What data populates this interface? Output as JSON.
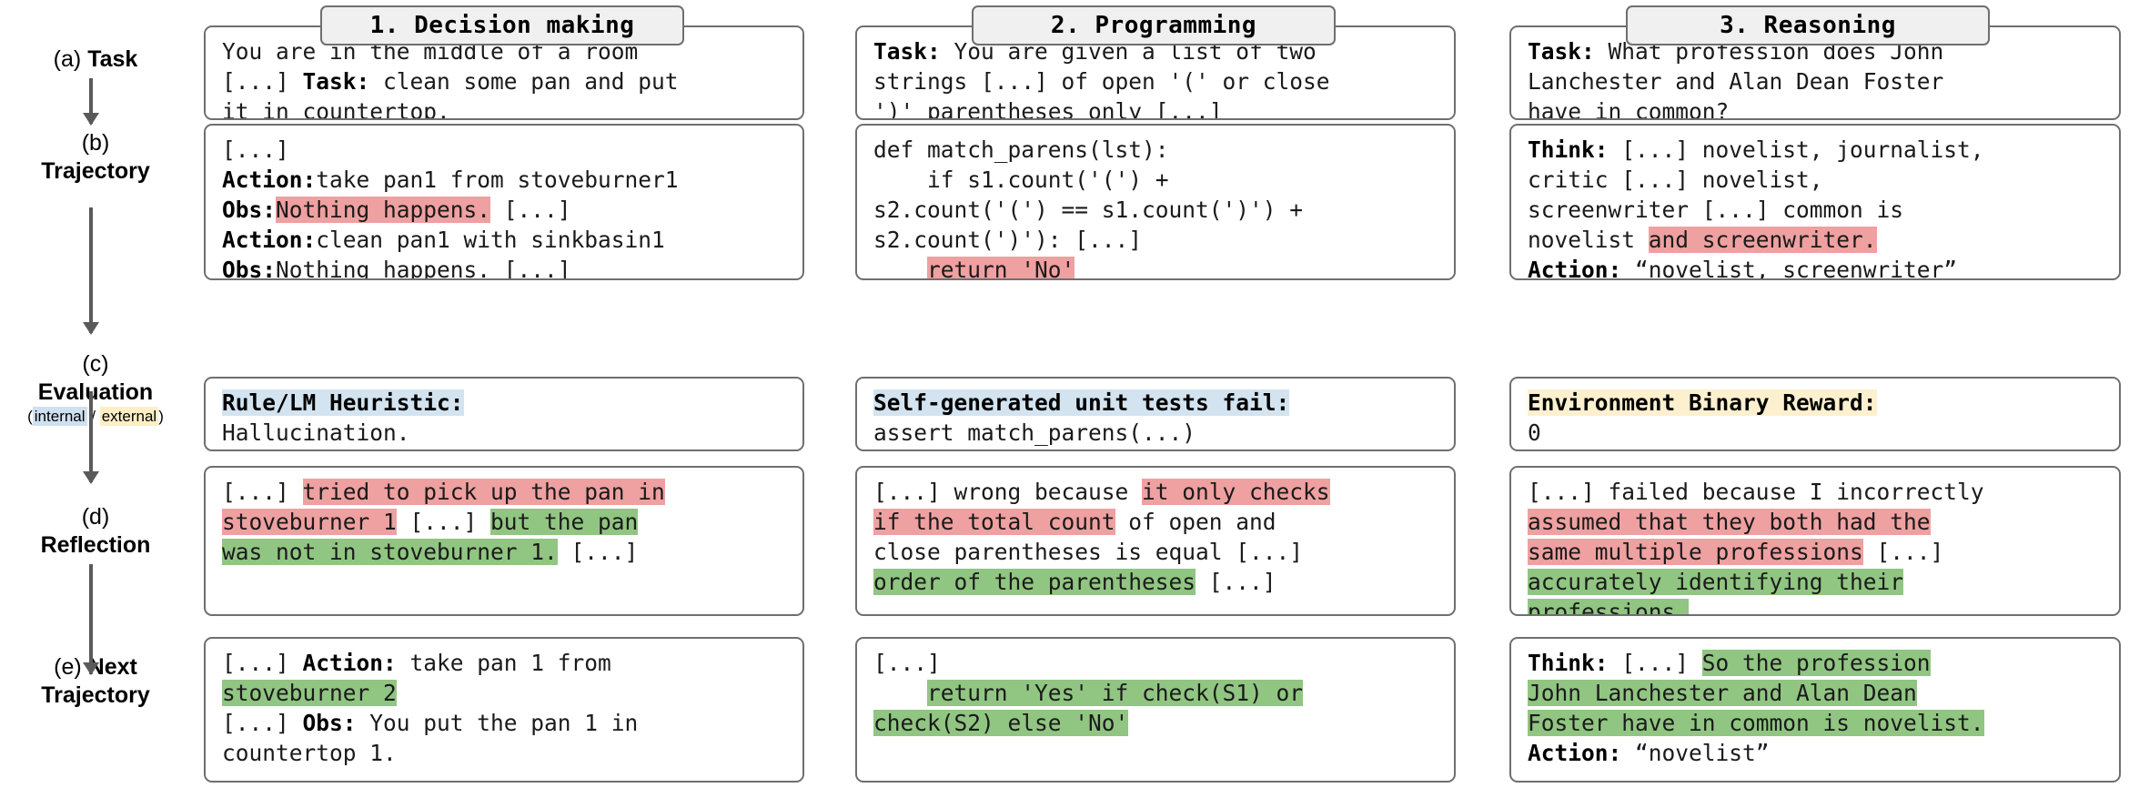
{
  "columns": [
    {
      "id": "decision-making",
      "title": "1. Decision making"
    },
    {
      "id": "programming",
      "title": "2. Programming"
    },
    {
      "id": "reasoning",
      "title": "3. Reasoning"
    }
  ],
  "row_labels": [
    {
      "id": "task",
      "tag": "(a)",
      "name": "Task",
      "inline": true
    },
    {
      "id": "trajectory",
      "tag": "(b)",
      "name": "Trajectory",
      "inline": false
    },
    {
      "id": "evaluation",
      "tag": "(c)",
      "name": "Evaluation",
      "inline": false,
      "sub_prefix": "(",
      "sub_internal": "internal",
      "sub_sep": " / ",
      "sub_external": "external",
      "sub_suffix": ")"
    },
    {
      "id": "reflection",
      "tag": "(d)",
      "name": "Reflection",
      "inline": false
    },
    {
      "id": "next-trajectory",
      "tag": "(e)",
      "name": "Next",
      "name2": "Trajectory",
      "inline": true
    }
  ],
  "colors": {
    "highlight_red": "#efa0a0",
    "highlight_green": "#91c582",
    "highlight_blue": "#d3e3f0",
    "highlight_yellow": "#fdf0cf",
    "box_border": "#6f6f6f",
    "header_fill": "#f0f0f0",
    "arrow": "#5a5a5a"
  },
  "cells": {
    "task": {
      "decision-making": [
        [
          {
            "t": "You are in the middle of a room"
          }
        ],
        [
          {
            "t": "[...] "
          },
          {
            "t": "Task:",
            "b": true
          },
          {
            "t": " clean some pan and put"
          }
        ],
        [
          {
            "t": "it in countertop."
          }
        ]
      ],
      "programming": [
        [
          {
            "t": "Task:",
            "b": true
          },
          {
            "t": " You are given a list of two"
          }
        ],
        [
          {
            "t": "strings [...] of open '(' or close"
          }
        ],
        [
          {
            "t": "')' parentheses only [...]"
          }
        ]
      ],
      "reasoning": [
        [
          {
            "t": "Task:",
            "b": true
          },
          {
            "t": " What profession does John"
          }
        ],
        [
          {
            "t": "Lanchester and Alan Dean Foster"
          }
        ],
        [
          {
            "t": "have in common?"
          }
        ]
      ]
    },
    "trajectory": {
      "decision-making": [
        [
          {
            "t": "[...]"
          }
        ],
        [
          {
            "t": "Action:",
            "b": true
          },
          {
            "t": "take pan1 from stoveburner1"
          }
        ],
        [
          {
            "t": "Obs:",
            "b": true
          },
          {
            "t": "Nothing happens.",
            "h": "r"
          },
          {
            "t": " [...]"
          }
        ],
        [
          {
            "t": "Action:",
            "b": true
          },
          {
            "t": "clean pan1 with sinkbasin1"
          }
        ],
        [
          {
            "t": "Obs:",
            "b": true
          },
          {
            "t": "Nothing happens. [...]"
          }
        ]
      ],
      "programming": [
        [
          {
            "t": "def match_parens(lst):"
          }
        ],
        [
          {
            "t": "    if s1.count('(') +"
          }
        ],
        [
          {
            "t": "s2.count('(') == s1.count(')') +"
          }
        ],
        [
          {
            "t": "s2.count(')'): [...]"
          }
        ],
        [
          {
            "t": "    "
          },
          {
            "t": "return 'No'",
            "h": "r"
          }
        ]
      ],
      "reasoning": [
        [
          {
            "t": "Think:",
            "b": true
          },
          {
            "t": " [...] novelist, journalist,"
          }
        ],
        [
          {
            "t": "critic [...] novelist,"
          }
        ],
        [
          {
            "t": "screenwriter [...] common is"
          }
        ],
        [
          {
            "t": "novelist "
          },
          {
            "t": "and screenwriter.",
            "h": "r"
          }
        ],
        [
          {
            "t": "Action:",
            "b": true
          },
          {
            "t": " “novelist, screenwriter”"
          }
        ]
      ]
    },
    "evaluation": {
      "decision-making": [
        [
          {
            "t": "Rule/LM Heuristic:",
            "b": true,
            "h": "b"
          }
        ],
        [
          {
            "t": "Hallucination."
          }
        ]
      ],
      "programming": [
        [
          {
            "t": "Self-generated unit tests fail:",
            "b": true,
            "h": "b"
          }
        ],
        [
          {
            "t": "assert match_parens(...)"
          }
        ]
      ],
      "reasoning": [
        [
          {
            "t": "Environment Binary Reward:",
            "b": true,
            "h": "y"
          }
        ],
        [
          {
            "t": "0"
          }
        ]
      ]
    },
    "reflection": {
      "decision-making": [
        [
          {
            "t": "[...] "
          },
          {
            "t": "tried to pick up the pan in",
            "h": "r"
          }
        ],
        [
          {
            "t": "stoveburner 1",
            "h": "r"
          },
          {
            "t": " [...] "
          },
          {
            "t": "but the pan",
            "h": "g"
          }
        ],
        [
          {
            "t": "was not in stoveburner 1.",
            "h": "g"
          },
          {
            "t": " [...]"
          }
        ]
      ],
      "programming": [
        [
          {
            "t": "[...] wrong because "
          },
          {
            "t": "it only checks",
            "h": "r"
          }
        ],
        [
          {
            "t": "if the total count",
            "h": "r"
          },
          {
            "t": " of open and"
          }
        ],
        [
          {
            "t": "close parentheses is equal [...]"
          }
        ],
        [
          {
            "t": "order of the parentheses",
            "h": "g"
          },
          {
            "t": " [...]"
          }
        ]
      ],
      "reasoning": [
        [
          {
            "t": "[...] failed because I incorrectly"
          }
        ],
        [
          {
            "t": "assumed that they both had the",
            "h": "r"
          }
        ],
        [
          {
            "t": "same multiple professions",
            "h": "r"
          },
          {
            "t": " [...]"
          }
        ],
        [
          {
            "t": "accurately identifying their",
            "h": "g"
          }
        ],
        [
          {
            "t": "professions.",
            "h": "g"
          }
        ]
      ]
    },
    "next-trajectory": {
      "decision-making": [
        [
          {
            "t": "[...] "
          },
          {
            "t": "Action:",
            "b": true
          },
          {
            "t": " take pan 1 from"
          }
        ],
        [
          {
            "t": "stoveburner 2",
            "h": "g"
          }
        ],
        [
          {
            "t": "[...] "
          },
          {
            "t": "Obs:",
            "b": true
          },
          {
            "t": " You put the pan 1 in"
          }
        ],
        [
          {
            "t": "countertop 1."
          }
        ]
      ],
      "programming": [
        [
          {
            "t": "[...]"
          }
        ],
        [
          {
            "t": "    "
          },
          {
            "t": "return 'Yes' if check(S1) or",
            "h": "g"
          }
        ],
        [
          {
            "t": "check(S2) else 'No'",
            "h": "g"
          }
        ]
      ],
      "reasoning": [
        [
          {
            "t": "Think:",
            "b": true
          },
          {
            "t": " [...] "
          },
          {
            "t": "So the profession",
            "h": "g"
          }
        ],
        [
          {
            "t": "John Lanchester and Alan Dean",
            "h": "g"
          }
        ],
        [
          {
            "t": "Foster have in common is novelist.",
            "h": "g"
          }
        ],
        [
          {
            "t": "Action:",
            "b": true
          },
          {
            "t": " “novelist”"
          }
        ]
      ]
    }
  }
}
